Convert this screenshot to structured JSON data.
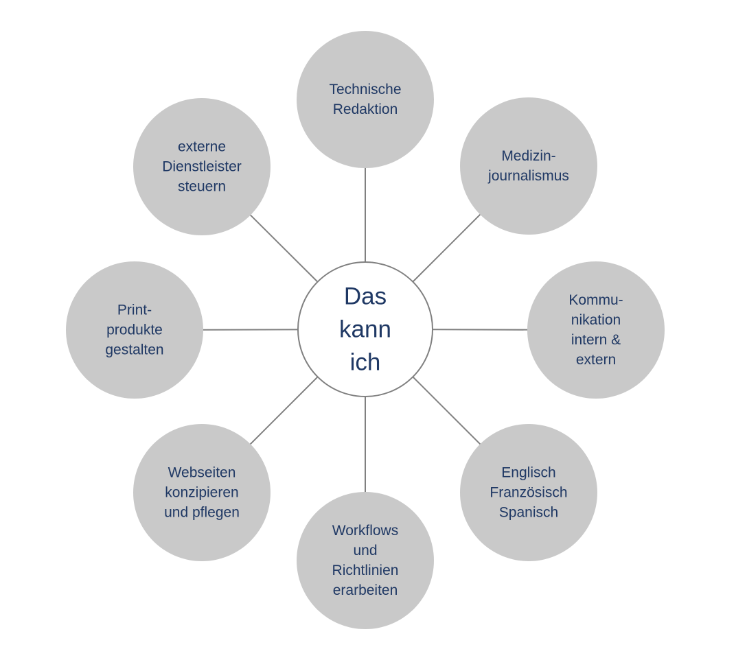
{
  "center": {
    "lines": [
      "Das",
      "kann",
      "ich"
    ]
  },
  "nodes": [
    {
      "id": "technische-redaktion",
      "lines": [
        "Technische",
        "Redaktion"
      ]
    },
    {
      "id": "medizinjournalismus",
      "lines": [
        "Medizin-",
        "journalismus"
      ]
    },
    {
      "id": "kommunikation",
      "lines": [
        "Kommu-",
        "nikation",
        "intern &",
        "extern"
      ]
    },
    {
      "id": "sprachen",
      "lines": [
        "Englisch",
        "Französisch",
        "Spanisch"
      ]
    },
    {
      "id": "workflows",
      "lines": [
        "Workflows",
        "und",
        "Richtlinien",
        "erarbeiten"
      ]
    },
    {
      "id": "webseiten",
      "lines": [
        "Webseiten",
        "konzipieren",
        "und pflegen"
      ]
    },
    {
      "id": "printprodukte",
      "lines": [
        "Print-",
        "produkte",
        "gestalten"
      ]
    },
    {
      "id": "dienstleister",
      "lines": [
        "externe",
        "Dienstleister",
        "steuern"
      ]
    }
  ],
  "colors": {
    "node_fill": "#c9c9c9",
    "text": "#1f3864",
    "line": "#808080",
    "center_fill": "#ffffff"
  }
}
